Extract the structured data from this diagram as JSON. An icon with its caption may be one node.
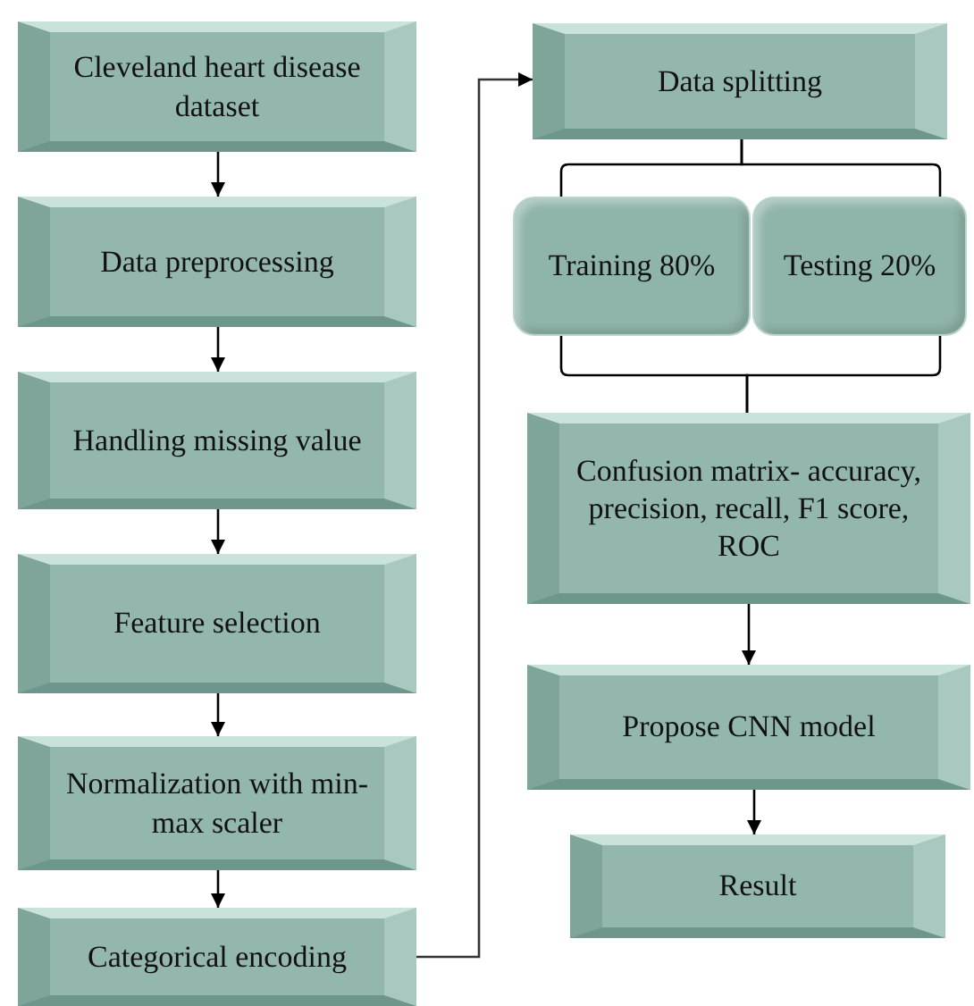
{
  "diagram": {
    "nodes": [
      {
        "text": [
          "Cleveland heart disease dataset"
        ]
      },
      {
        "text": [
          "Data preprocessing"
        ]
      },
      {
        "text": [
          "Handling missing value"
        ]
      },
      {
        "text": [
          "Feature selection"
        ]
      },
      {
        "text": [
          "Normalization with min-max scaler"
        ]
      },
      {
        "text": [
          "Categorical encoding"
        ]
      },
      {
        "text": [
          "Data splitting"
        ]
      },
      {
        "text": [
          "Training 80%"
        ]
      },
      {
        "text": [
          "Testing 20%"
        ]
      },
      {
        "text": [
          "Confusion matrix- accuracy, precision, recall, F1 score, ROC"
        ]
      },
      {
        "text": [
          "Propose CNN model"
        ]
      },
      {
        "text": [
          "Result"
        ]
      }
    ],
    "edges": [
      {
        "from": 0,
        "to": 1,
        "arrow": "to"
      },
      {
        "from": 1,
        "to": 2,
        "arrow": "to"
      },
      {
        "from": 2,
        "to": 3,
        "arrow": "to"
      },
      {
        "from": 3,
        "to": 4,
        "arrow": "to"
      },
      {
        "from": 4,
        "to": 5,
        "arrow": "to"
      },
      {
        "from": 5,
        "to": 6,
        "arrow": "to"
      },
      {
        "from": 6,
        "to": 7,
        "arrow": "none"
      },
      {
        "from": 6,
        "to": 8,
        "arrow": "none"
      },
      {
        "from": 7,
        "to": 9,
        "arrow": "none"
      },
      {
        "from": 8,
        "to": 9,
        "arrow": "none"
      },
      {
        "from": 9,
        "to": 10,
        "arrow": "to"
      },
      {
        "from": 10,
        "to": 11,
        "arrow": "to"
      }
    ]
  }
}
